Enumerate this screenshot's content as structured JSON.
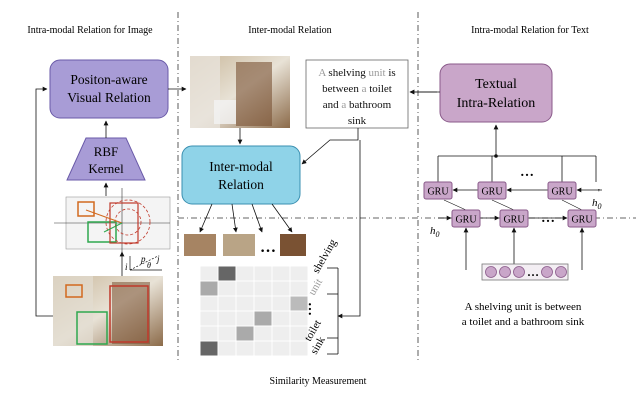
{
  "sections": {
    "image_title": "Intra-modal Relation for Image",
    "inter_title": "Inter-modal Relation",
    "text_title": "Intra-modal Relation for Text",
    "similarity_title": "Similarity Measurement"
  },
  "boxes": {
    "visual_relation_line1": "Positon-aware",
    "visual_relation_line2": "Visual Relation",
    "rbf_line1": "RBF",
    "rbf_line2": "Kernel",
    "inter_modal_line1": "Inter-modal",
    "inter_modal_line2": "Relation",
    "textual_line1": "Textual",
    "textual_line2": "Intra-Relation"
  },
  "caption_box": {
    "line1": [
      {
        "t": "A ",
        "hl": false
      },
      {
        "t": "shelving",
        "hl": true
      },
      {
        "t": " ",
        "hl": false
      },
      {
        "t": "unit",
        "hl": false
      },
      {
        "t": " is",
        "hl": true
      }
    ],
    "line2": [
      {
        "t": "between",
        "hl": true
      },
      {
        "t": " a ",
        "hl": false
      },
      {
        "t": "toilet",
        "hl": true
      }
    ],
    "line3": [
      {
        "t": "and ",
        "hl": true
      },
      {
        "t": "a ",
        "hl": false
      },
      {
        "t": "bathroom",
        "hl": true
      }
    ],
    "line4": [
      {
        "t": "sink",
        "hl": true
      }
    ]
  },
  "gru": {
    "label": "GRU",
    "h0": "h",
    "h0_sub": "0",
    "h0_prime": "'"
  },
  "sentence": {
    "line1": "A shelving unit is between",
    "line2": "a toilet and a bathroom sink"
  },
  "matrix_words": {
    "w1": "shelving",
    "w2": "unit",
    "w3": "toilet",
    "w4": "sink",
    "dots": "…"
  },
  "geometry_labels": {
    "i": "i",
    "j": "j",
    "theta": "θ",
    "p": "p"
  },
  "ellipsis": "…",
  "colors": {
    "purple_fill": "#a89cd6",
    "purple_stroke": "#6a5aa8",
    "cyan_fill": "#8fd3e8",
    "cyan_stroke": "#3a8fb0",
    "mauve_fill": "#c9a6c9",
    "mauve_stroke": "#8a5a8a",
    "gray_fill": "#bdbdbd",
    "gray_text": "#9a9a9a"
  }
}
